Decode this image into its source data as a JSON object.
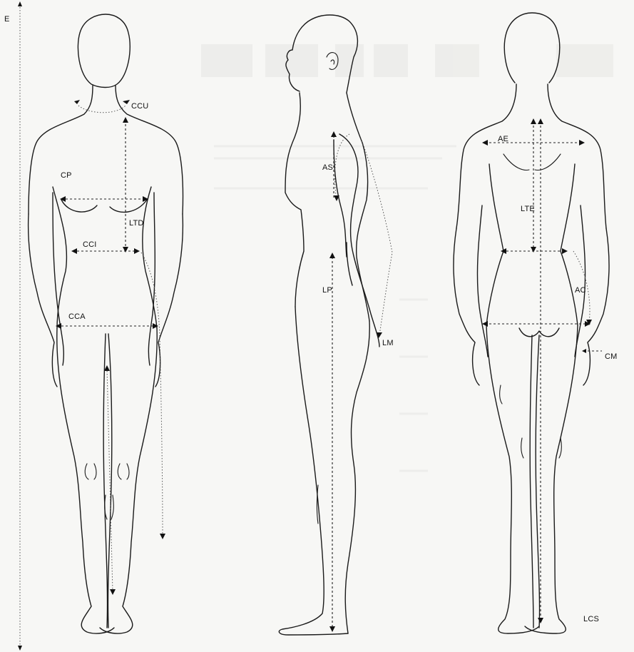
{
  "labels": {
    "E": "E",
    "CCU": "CCU",
    "CP": "CP",
    "LTD": "LTD",
    "CCI": "CCI",
    "CCA": "CCA",
    "AS": "AS",
    "LP": "LP",
    "LM": "LM",
    "AE": "AE",
    "LTE": "LTE",
    "AC": "AC",
    "CM": "CM",
    "LCS": "LCS"
  },
  "colors": {
    "background": "#f7f7f5",
    "ink": "#1a1a1a",
    "bleed_through": "#e6e6e3"
  }
}
